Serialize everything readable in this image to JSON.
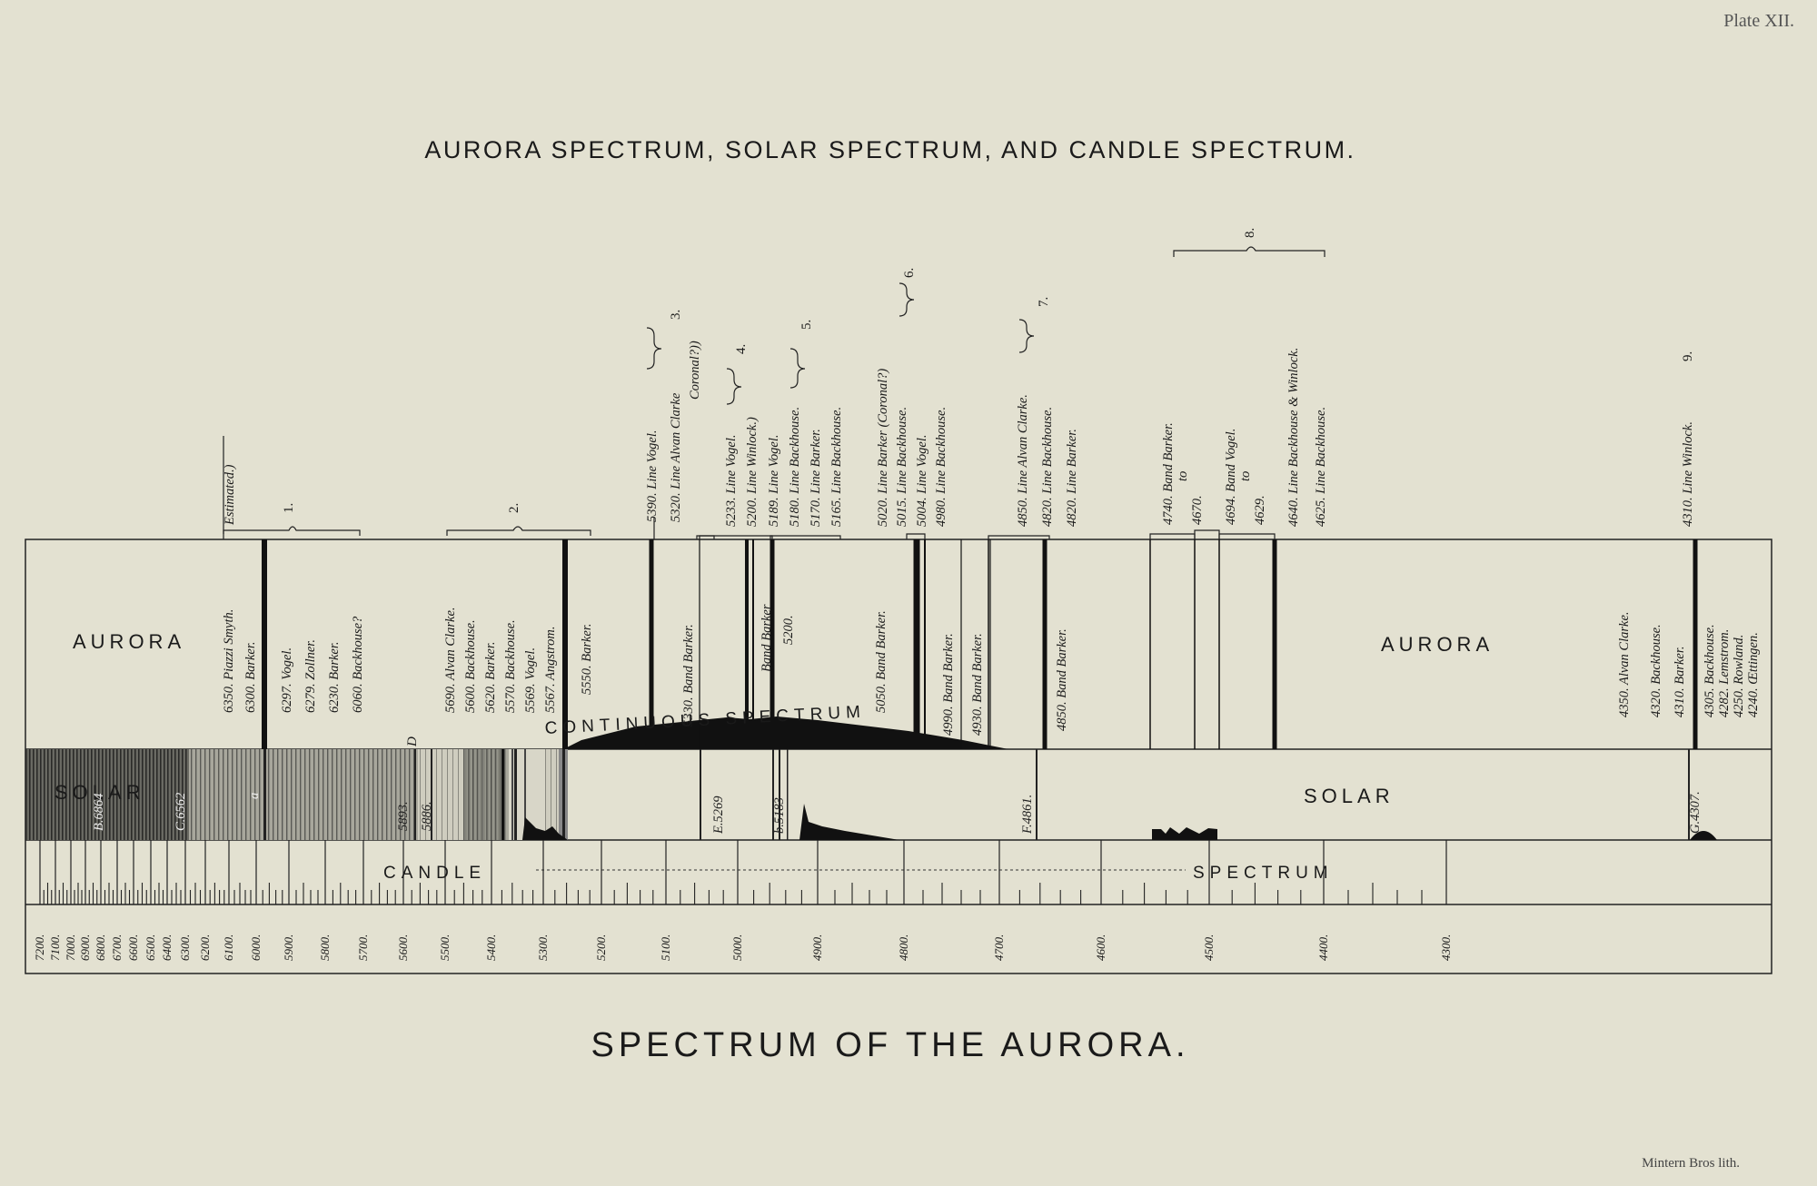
{
  "plate": "Plate XII.",
  "title": "AURORA SPECTRUM, SOLAR SPECTRUM, AND CANDLE SPECTRUM.",
  "subtitle": "SPECTRUM OF THE AURORA.",
  "credit": "Mintern Bros lith.",
  "band_labels": {
    "aurora_left": "AURORA",
    "aurora_right": "AURORA",
    "solar_left": "SOLAR",
    "solar_right": "SOLAR",
    "candle": "CANDLE",
    "spectrum": "SPECTRUM",
    "continuous": "CONTINUOUS SPECTRUM"
  },
  "axis": {
    "ticks": [
      "7200.",
      "7100.",
      "7000.",
      "6900.",
      "6800.",
      "6700.",
      "6600.",
      "6500.",
      "6400.",
      "6300.",
      "6200.",
      "6100.",
      "6000.",
      "5900.",
      "5800.",
      "5700.",
      "5600.",
      "5500.",
      "5400.",
      "5300.",
      "5200.",
      "5100.",
      "5000.",
      "4900.",
      "4800.",
      "4700.",
      "4600.",
      "4500.",
      "4400.",
      "4300."
    ]
  },
  "group_numbers": [
    "1.",
    "2.",
    "3.",
    "4.",
    "5.",
    "6.",
    "7.",
    "8.",
    "9."
  ],
  "annotations_above": {
    "g0": [
      "Estimated.)"
    ],
    "g2": [
      "5390. Line Vogel.",
      "5320. Line Alvan Clarke",
      "Coronal?))"
    ],
    "g4": [
      "5233. Line Vogel.",
      "5200. Line Winlock.)"
    ],
    "g5": [
      "5189. Line Vogel.",
      "5180. Line Backhouse.",
      "5170. Line Barker.",
      "5165. Line Backhouse."
    ],
    "g6": [
      "5020. Line Barker (Coronal?)",
      "5015. Line Backhouse.",
      "5004. Line Vogel.",
      "4980. Line Backhouse."
    ],
    "g7": [
      "4850. Line Alvan Clarke.",
      "4820. Line Backhouse.",
      "4820. Line Barker."
    ],
    "g8a": [
      "4740. Band Barker.",
      "to",
      "4670."
    ],
    "g8b": [
      "4694. Band Vogel.",
      "to",
      "4629."
    ],
    "g8c": [
      "4640. Line Backhouse & Winlock.",
      "4625. Line Backhouse."
    ],
    "g9": [
      "4310. Line Winlock."
    ]
  },
  "annotations_aurora": {
    "a1": [
      "6350. Piazzi Smyth.",
      "6300. Barker."
    ],
    "a2": [
      "6297. Vogel.",
      "6279. Zollner.",
      "6230. Barker.",
      "6060. Backhouse?"
    ],
    "a3": [
      "5690. Alvan Clarke.",
      "5600. Backhouse.",
      "5620. Barker.",
      "5570. Backhouse.",
      "5569. Vogel.",
      "5567. Angstrom."
    ],
    "a4": [
      "5550. Barker."
    ],
    "a5": [
      "5330. Band Barker."
    ],
    "a6": [
      "Band Barker",
      "5200."
    ],
    "a7": [
      "5050. Band Barker."
    ],
    "a8": [
      "4990. Band Barker.",
      "4930. Band Barker."
    ],
    "a9": [
      "4850. Band Barker."
    ],
    "a10": [
      "4350. Alvan Clarke.",
      "4320. Backhouse.",
      "4310. Barker."
    ],
    "a11": [
      "4305. Backhouse.",
      "4282. Lemstrom.",
      "4250. Rowland.",
      "4240. Œttingen."
    ]
  },
  "solar_lines": [
    "B.6864",
    "C.6562",
    "a",
    "5893.",
    "5886.",
    "E.5269",
    "b.5183",
    "F.4861.",
    "G.4307."
  ],
  "solar_D": "D"
}
